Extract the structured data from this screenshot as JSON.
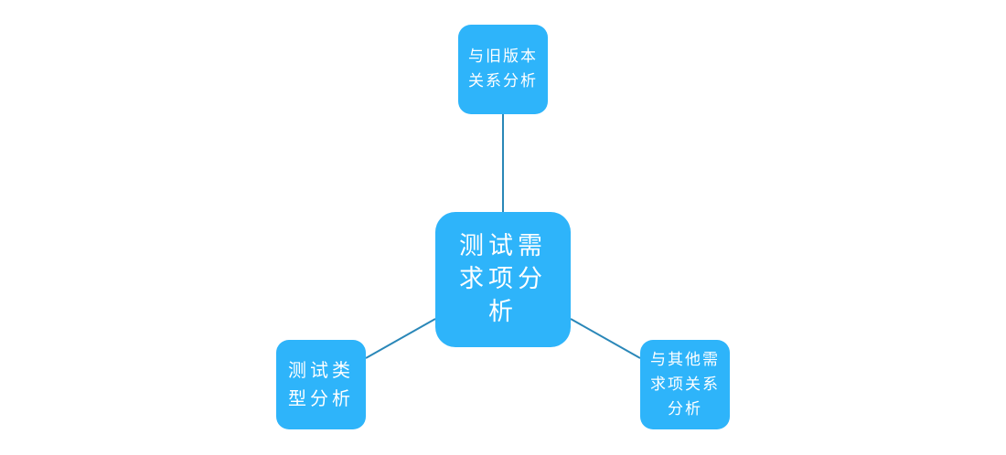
{
  "diagram": {
    "center": {
      "label": "测试需求项分析"
    },
    "branches": [
      {
        "id": "top",
        "label": "与旧版本关系分析"
      },
      {
        "id": "left",
        "label": "测试类型分析"
      },
      {
        "id": "right",
        "label": "与其他需求项关系分析"
      }
    ]
  },
  "colors": {
    "node_fill": "#2eb4fa",
    "node_text": "#ffffff",
    "connector": "#2a87b8"
  }
}
